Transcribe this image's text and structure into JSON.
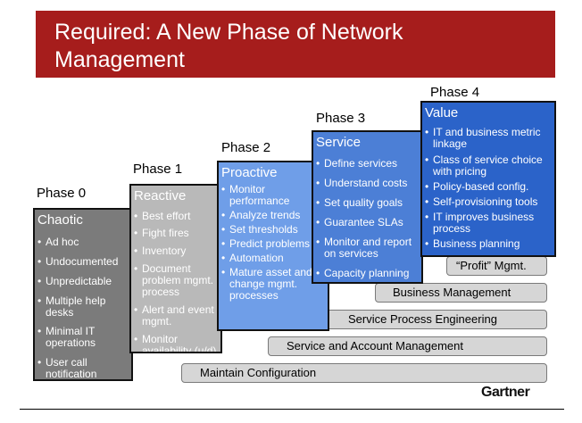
{
  "title": "Required: A New Phase of Network Management",
  "logo": "Gartner",
  "colors": {
    "title_bar": "#a61d1c",
    "phase0": "#7b7b7b",
    "phase1": "#b9b9b9",
    "phase2": "#6f9ee8",
    "phase3": "#4c7fd6",
    "phase4": "#2b63c9",
    "bar": "#d6d6d6"
  },
  "phases": [
    {
      "label": "Phase 0",
      "title": "Chaotic",
      "items": [
        "Ad hoc",
        "Undocumented",
        "Unpredictable",
        "Multiple help desks",
        "Minimal IT operations",
        "User call notification"
      ]
    },
    {
      "label": "Phase 1",
      "title": "Reactive",
      "items": [
        "Best effort",
        "Fight fires",
        "Inventory",
        "Document problem mgmt. process",
        "Alert and event mgmt.",
        "Monitor availability (u/d)"
      ]
    },
    {
      "label": "Phase 2",
      "title": "Proactive",
      "items": [
        "Monitor performance",
        "Analyze trends",
        "Set thresholds",
        "Predict problems",
        "Automation",
        "Mature asset and change mgmt. processes"
      ]
    },
    {
      "label": "Phase 3",
      "title": "Service",
      "items": [
        "Define services",
        "Understand costs",
        "Set quality goals",
        "Guarantee SLAs",
        "Monitor and report on services",
        "Capacity planning"
      ]
    },
    {
      "label": "Phase 4",
      "title": "Value",
      "items": [
        "IT and business metric linkage",
        "Class of service choice with pricing",
        "Policy-based config.",
        "Self-provisioning tools",
        "IT improves business process",
        "Business planning"
      ]
    }
  ],
  "bars": [
    "“Profit” Mgmt.",
    "Business Management",
    "Service Process Engineering",
    "Service and Account Management",
    "Maintain Configuration"
  ]
}
